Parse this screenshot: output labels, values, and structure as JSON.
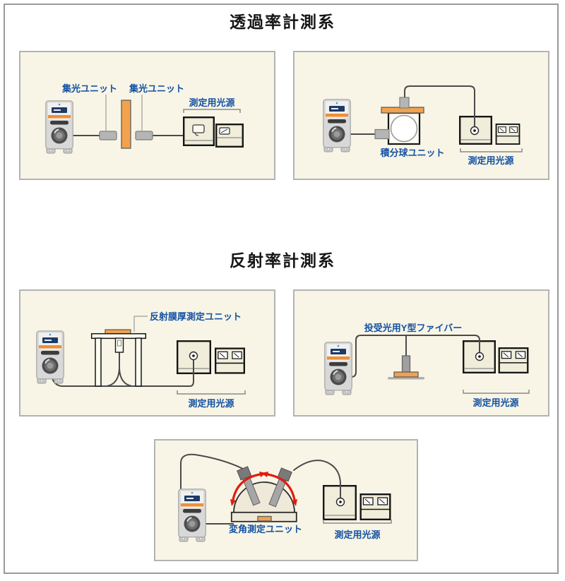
{
  "sections": {
    "transmittance": {
      "title": "透過率計測系"
    },
    "reflectance": {
      "title": "反射率計測系"
    }
  },
  "panels": {
    "collimator": {
      "collector_label_1": "集光ユニット",
      "collector_label_2": "集光ユニット",
      "light_source_label": "測定用光源"
    },
    "integrating_sphere": {
      "sphere_label": "積分球ユニット",
      "light_source_label": "測定用光源"
    },
    "film_thickness": {
      "unit_label": "反射膜厚測定ユニット",
      "light_source_label": "測定用光源"
    },
    "y_fiber": {
      "fiber_label": "投受光用Y型ファイバー",
      "light_source_label": "測定用光源"
    },
    "goniometer": {
      "unit_label": "変角測定ユニット",
      "light_source_label": "測定用光源"
    }
  },
  "colors": {
    "label_blue": "#1452a3",
    "accent_orange": "#f2a24d",
    "arrow_red": "#e01d10",
    "panel_background": "#f8f5e6",
    "panel_border": "#b3b3b3"
  }
}
